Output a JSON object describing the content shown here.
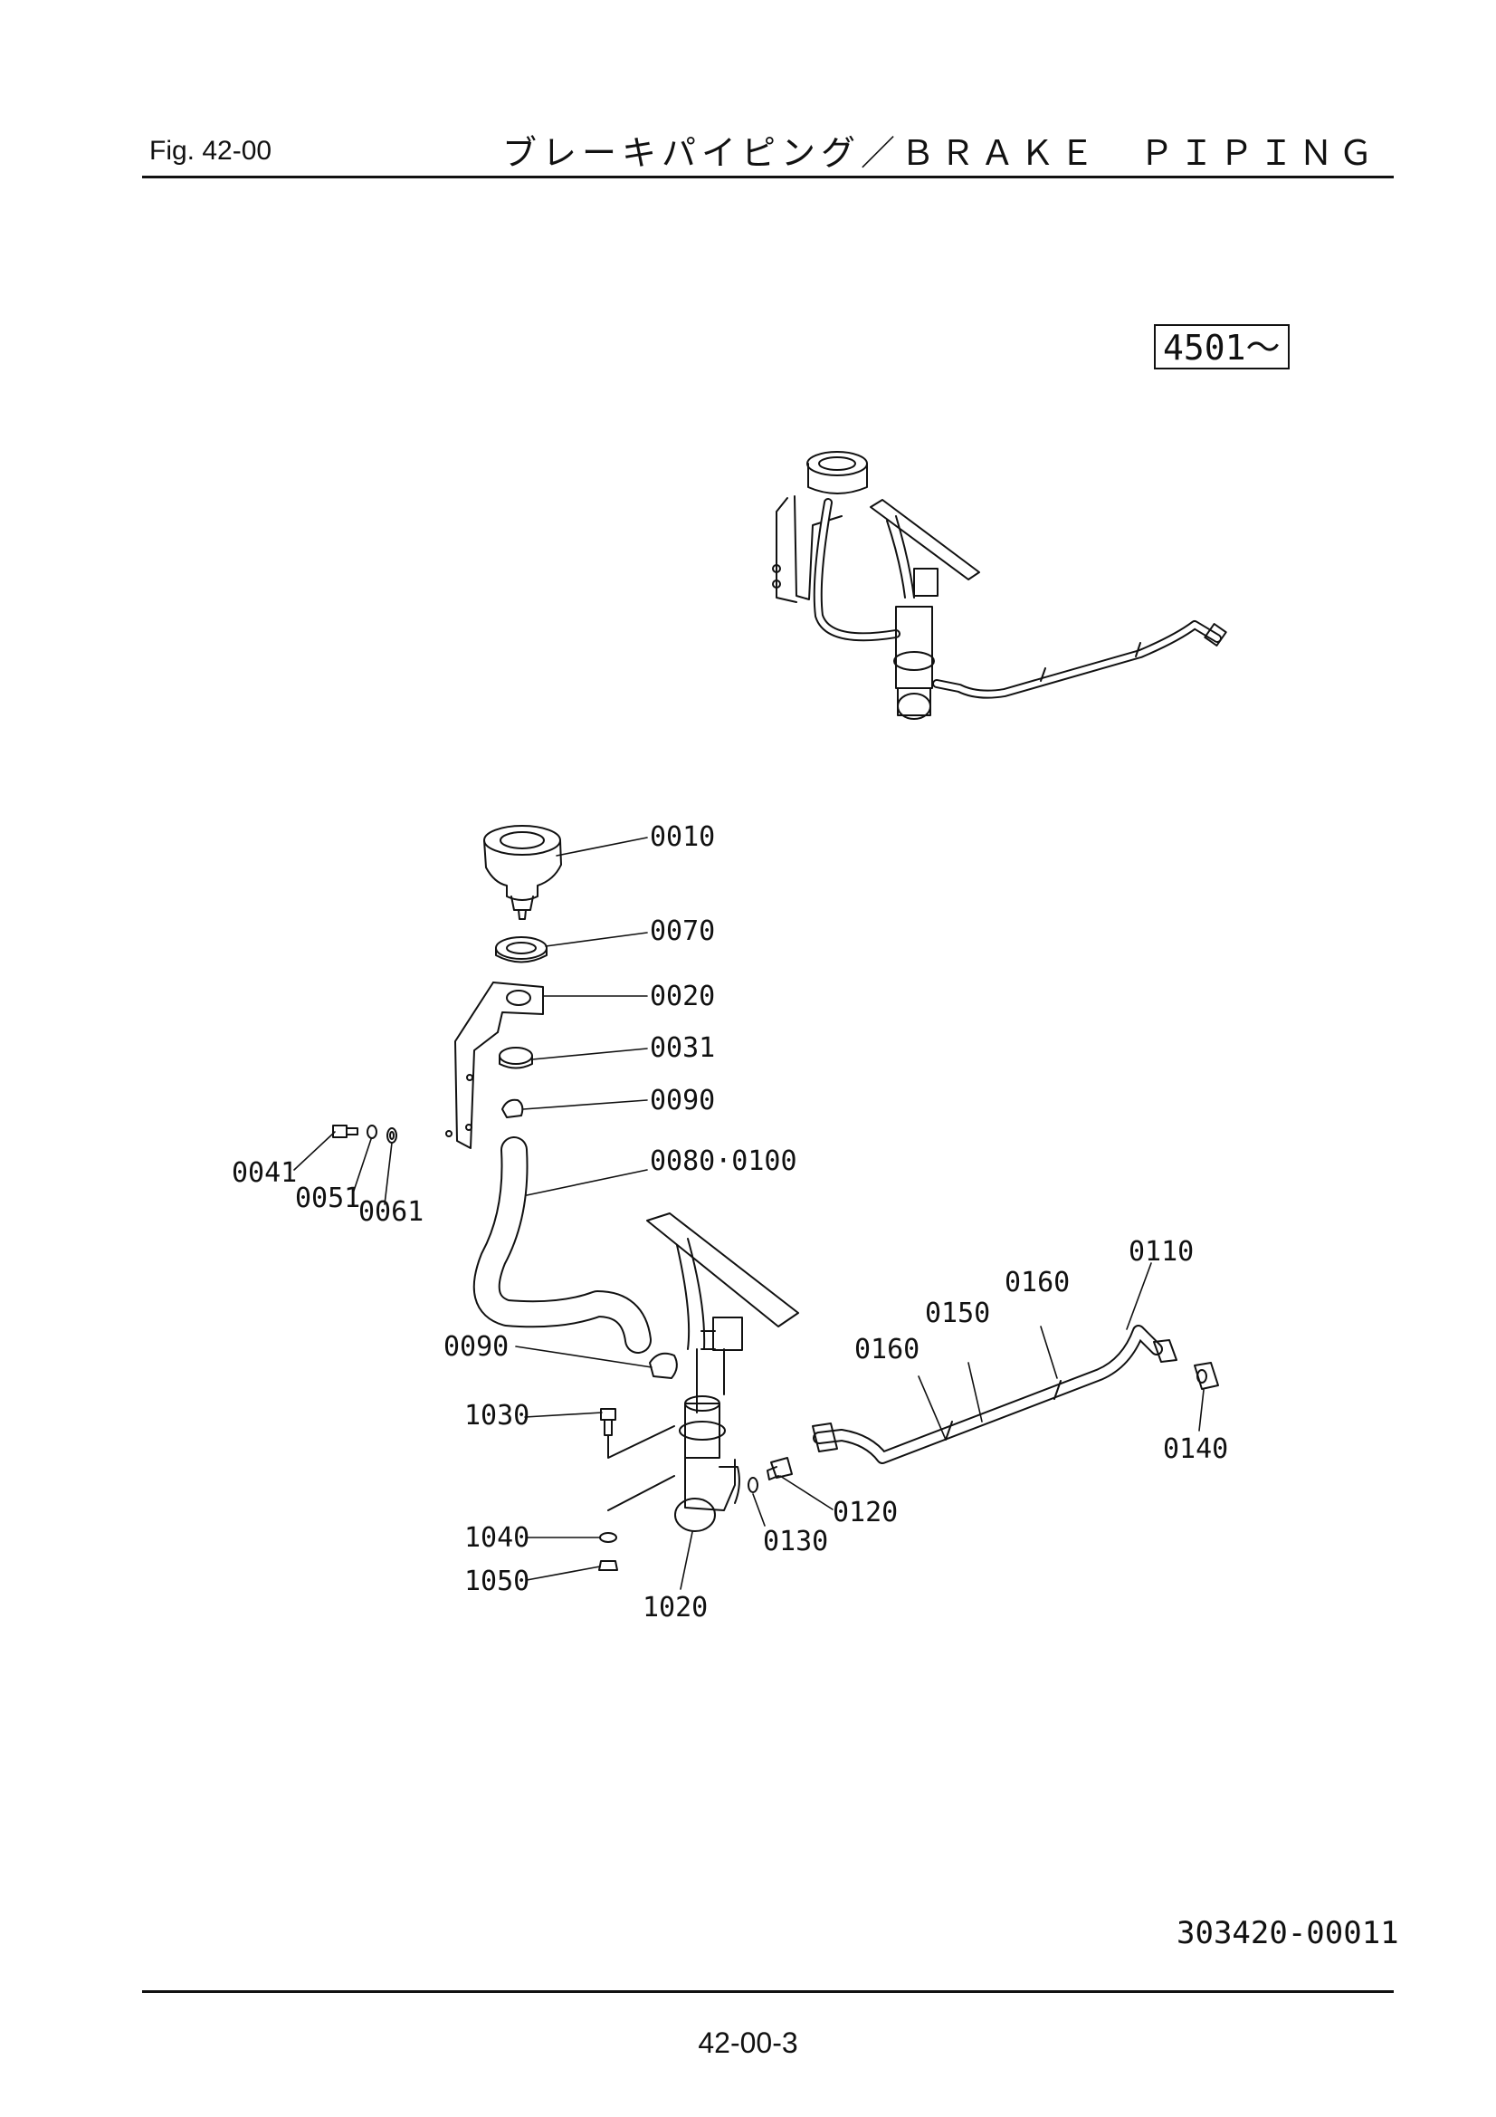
{
  "header": {
    "figure": "Fig.  42-00",
    "title": "ブレーキパイピング／ＢＲＡＫＥ　ＰＩＰＩＮＧ"
  },
  "serial_badge": "4501～",
  "part_labels": [
    {
      "id": "p0010",
      "text": "0010"
    },
    {
      "id": "p0070",
      "text": "0070"
    },
    {
      "id": "p0020",
      "text": "0020"
    },
    {
      "id": "p0031",
      "text": "0031"
    },
    {
      "id": "p0090a",
      "text": "0090"
    },
    {
      "id": "p0080",
      "text": "0080·0100"
    },
    {
      "id": "p0041",
      "text": "0041"
    },
    {
      "id": "p0051",
      "text": "0051"
    },
    {
      "id": "p0061",
      "text": "0061"
    },
    {
      "id": "p0110",
      "text": "0110"
    },
    {
      "id": "p0160a",
      "text": "0160"
    },
    {
      "id": "p0150",
      "text": "0150"
    },
    {
      "id": "p0160b",
      "text": "0160"
    },
    {
      "id": "p0090b",
      "text": "0090"
    },
    {
      "id": "p1030",
      "text": "1030"
    },
    {
      "id": "p0140",
      "text": "0140"
    },
    {
      "id": "p0120",
      "text": "0120"
    },
    {
      "id": "p1040",
      "text": "1040"
    },
    {
      "id": "p0130",
      "text": "0130"
    },
    {
      "id": "p1050",
      "text": "1050"
    },
    {
      "id": "p1020",
      "text": "1020"
    }
  ],
  "footer": {
    "doc_number": "303420-00011",
    "page_number": "42-00-3"
  }
}
